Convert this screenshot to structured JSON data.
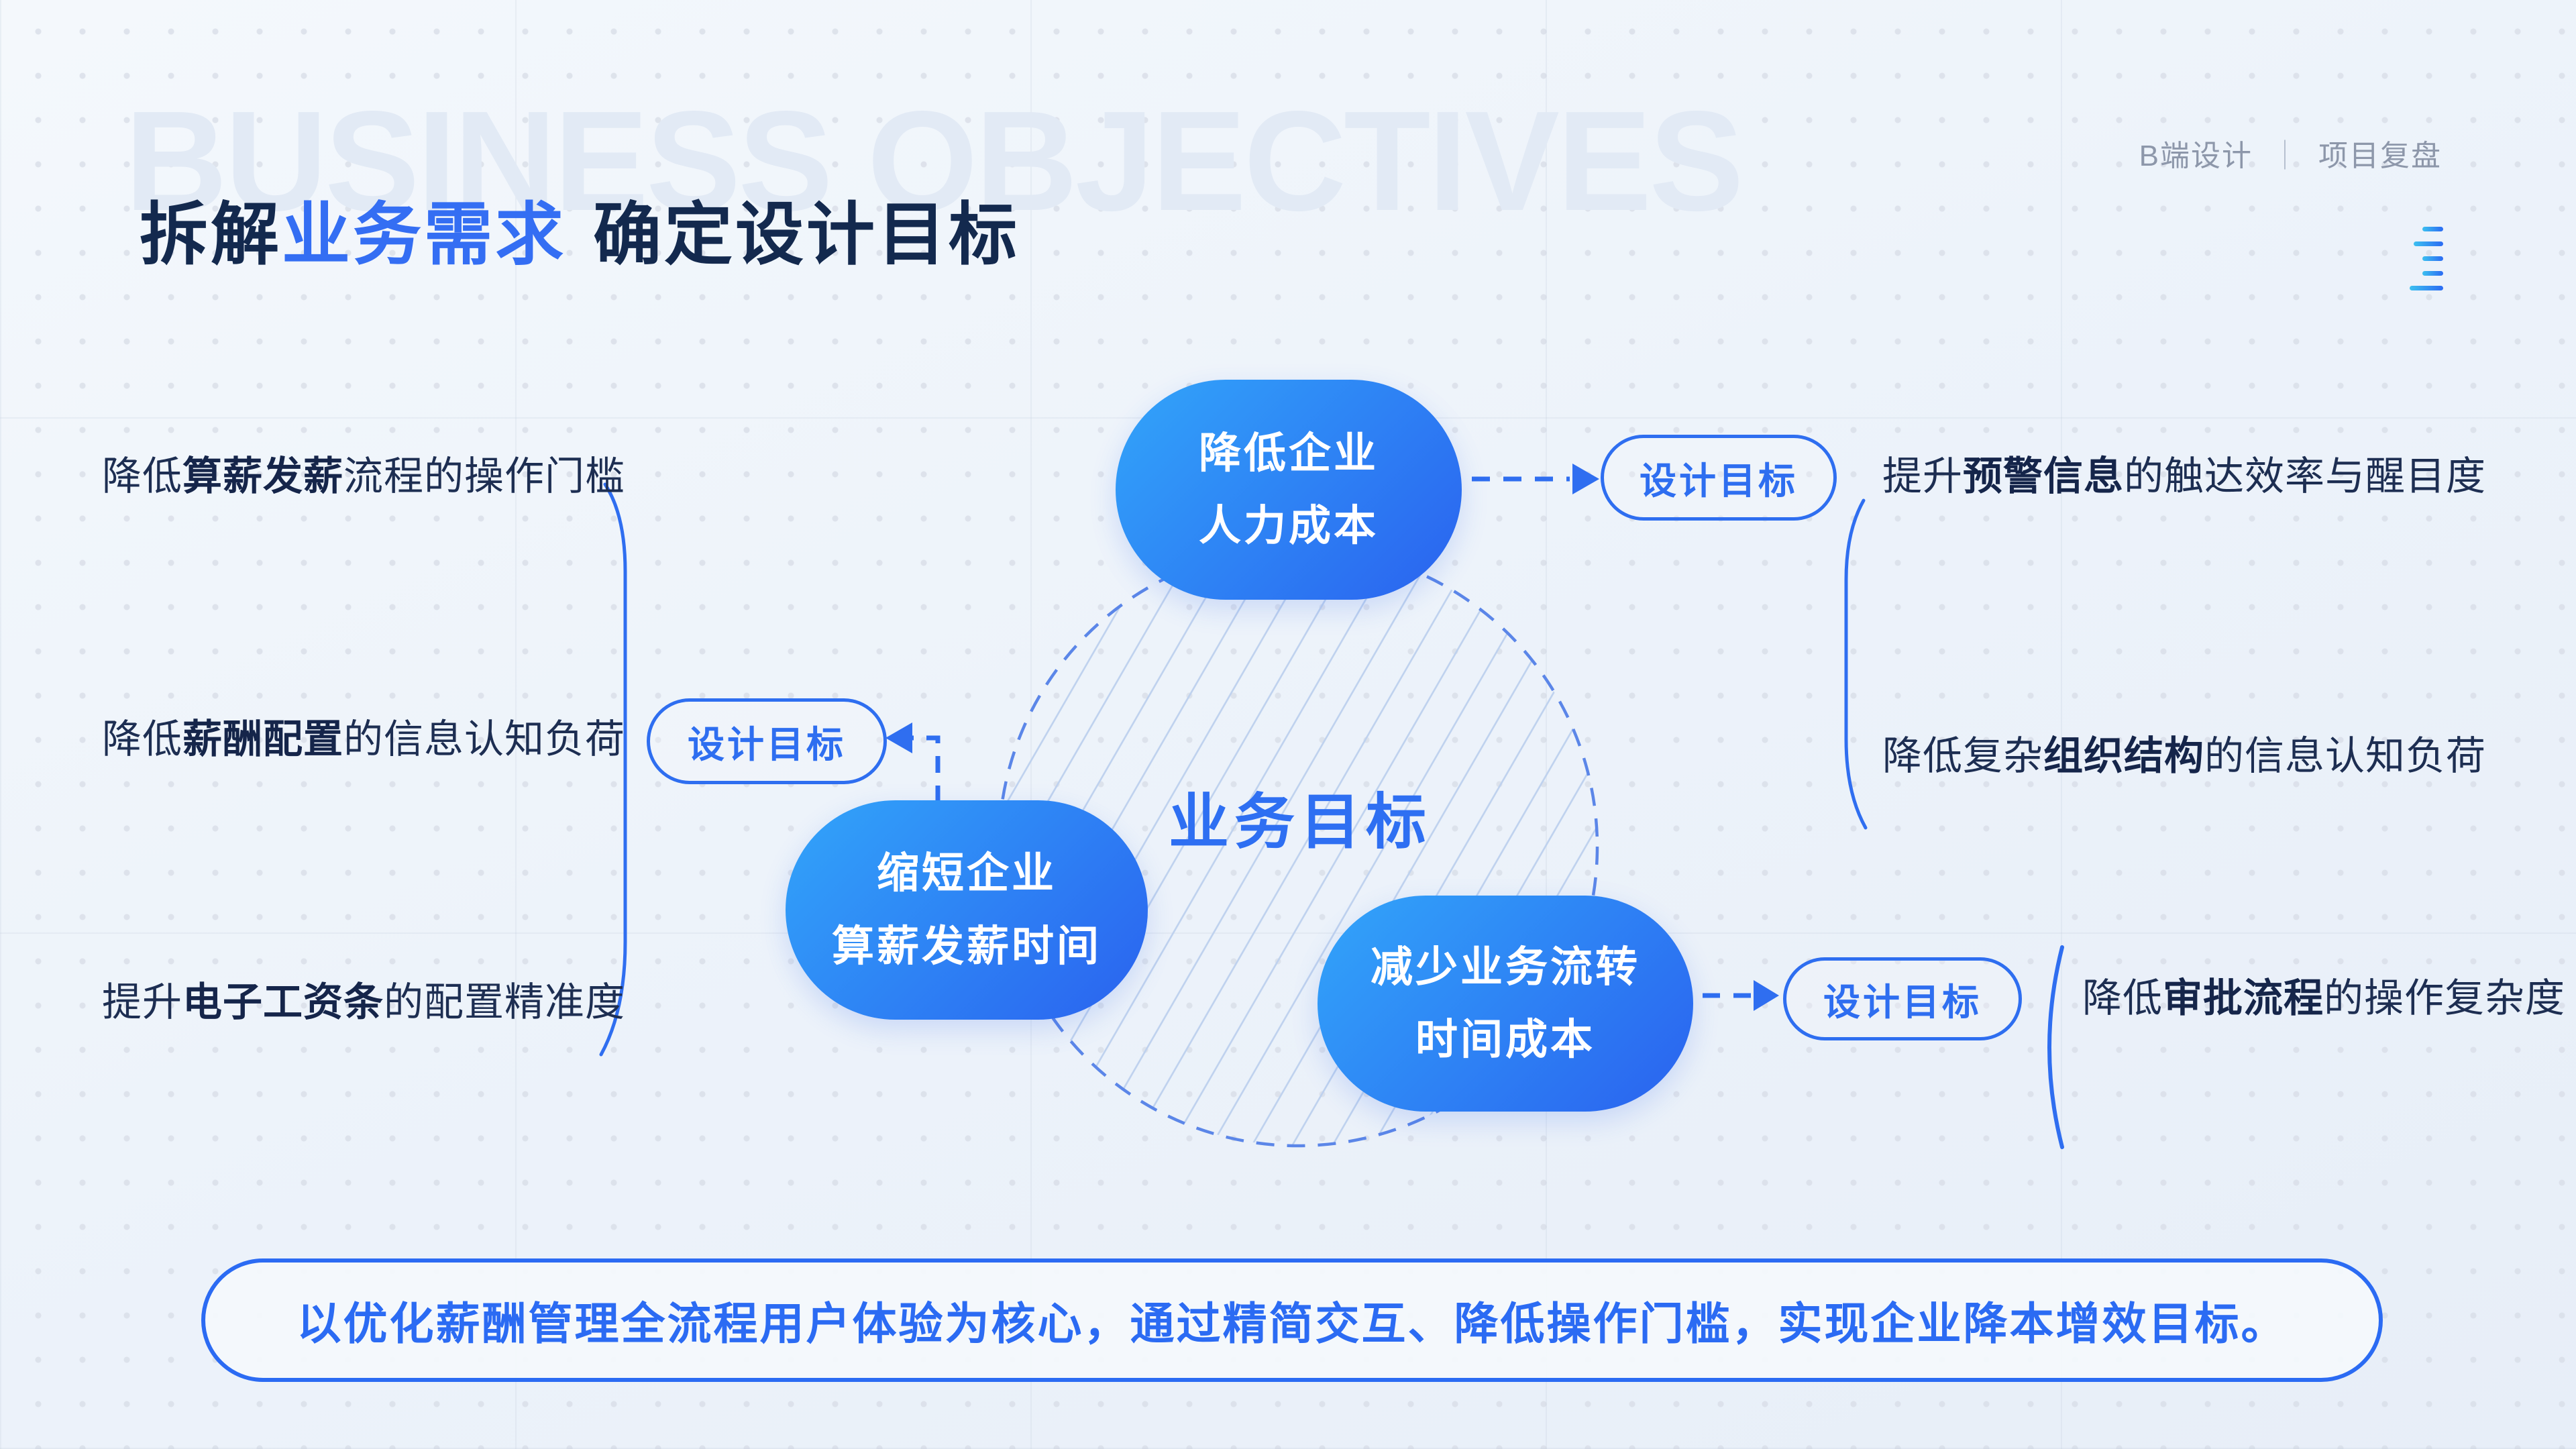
{
  "watermark": "BUSINESS OBJECTIVES",
  "header": {
    "tag_left": "B端设计",
    "separator": "｜",
    "tag_right": "项目复盘"
  },
  "title": {
    "part1": "拆解",
    "highlight": "业务需求",
    "part2": "确定设计目标"
  },
  "center": {
    "label": "业务目标"
  },
  "design_goal_label": "设计目标",
  "bubbles": [
    {
      "line1": "降低企业",
      "line2": "人力成本"
    },
    {
      "line1": "缩短企业",
      "line2": "算薪发薪时间"
    },
    {
      "line1": "减少业务流转",
      "line2": "时间成本"
    }
  ],
  "left_items": [
    {
      "prefix": "降低",
      "bold": "算薪发薪",
      "suffix": "流程的操作门槛"
    },
    {
      "prefix": "降低",
      "bold": "薪酬配置",
      "suffix": "的信息认知负荷"
    },
    {
      "prefix": "提升",
      "bold": "电子工资条",
      "suffix": "的配置精准度"
    }
  ],
  "right_items": [
    {
      "prefix": "提升",
      "bold": "预警信息",
      "suffix": "的触达效率与醒目度"
    },
    {
      "prefix": "降低复杂",
      "bold": "组织结构",
      "suffix": "的信息认知负荷"
    },
    {
      "prefix": "降低",
      "bold": "审批流程",
      "suffix": "的操作复杂度"
    }
  ],
  "banner": {
    "text": "以优化薪酬管理全流程用户体验为核心，通过精简交互、降低操作门槛，实现企业降本增效目标。"
  },
  "colors": {
    "accent": "#2E6FF2",
    "title_dark": "#13294E",
    "bubble_gradient_start": "#32A5FA",
    "bubble_gradient_end": "#2A62EF",
    "hatch_line": "#BED1EE",
    "ring_dash": "#5B86E8",
    "header_gray": "#8D97AA"
  }
}
